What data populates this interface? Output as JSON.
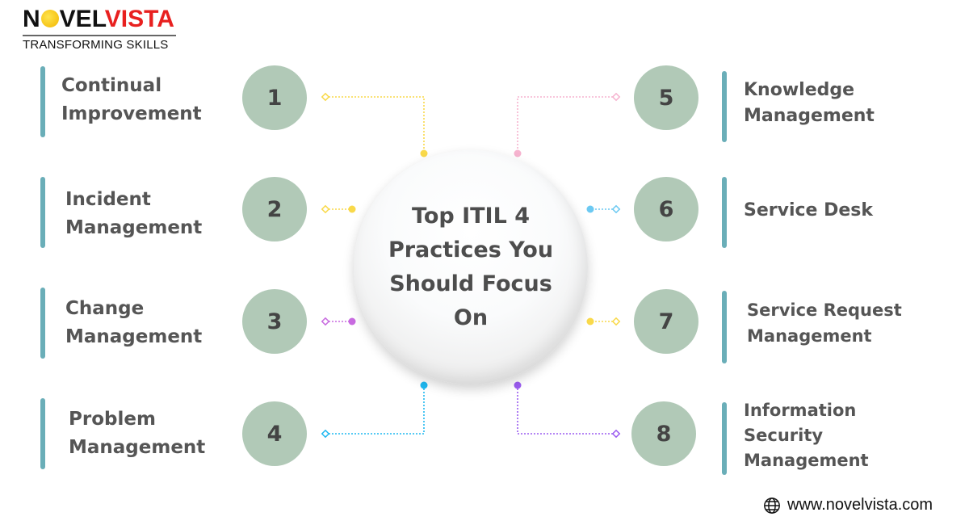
{
  "logo": {
    "brand_dark_1": "N",
    "brand_dark_2": "VEL",
    "brand_red": "VISTA",
    "tagline": "TRANSFORMING SKILLS"
  },
  "center": {
    "title": "Top ITIL 4 Practices You Should Focus On"
  },
  "practices": [
    {
      "number": "1",
      "label": "Continual Improvement",
      "connector_color": "#f9d94a"
    },
    {
      "number": "2",
      "label": "Incident Management",
      "connector_color": "#f9d94a"
    },
    {
      "number": "3",
      "label": "Change Management",
      "connector_color": "#c86ae0"
    },
    {
      "number": "4",
      "label": "Problem Management",
      "connector_color": "#1fb8f0"
    },
    {
      "number": "5",
      "label": "Knowledge Management",
      "connector_color": "#f6b3cf"
    },
    {
      "number": "6",
      "label": "Service Desk",
      "connector_color": "#6cc9f2"
    },
    {
      "number": "7",
      "label": "Service Request Management",
      "connector_color": "#f9d94a"
    },
    {
      "number": "8",
      "label": "Information Security Management",
      "connector_color": "#9b5cf0"
    }
  ],
  "colors": {
    "number_circle": "#b1c9b7",
    "accent_bar": "#6aaeb8",
    "text": "#555555",
    "brand_red": "#e8201f"
  },
  "footer": {
    "icon": "globe-icon",
    "website": "www.novelvista.com"
  }
}
